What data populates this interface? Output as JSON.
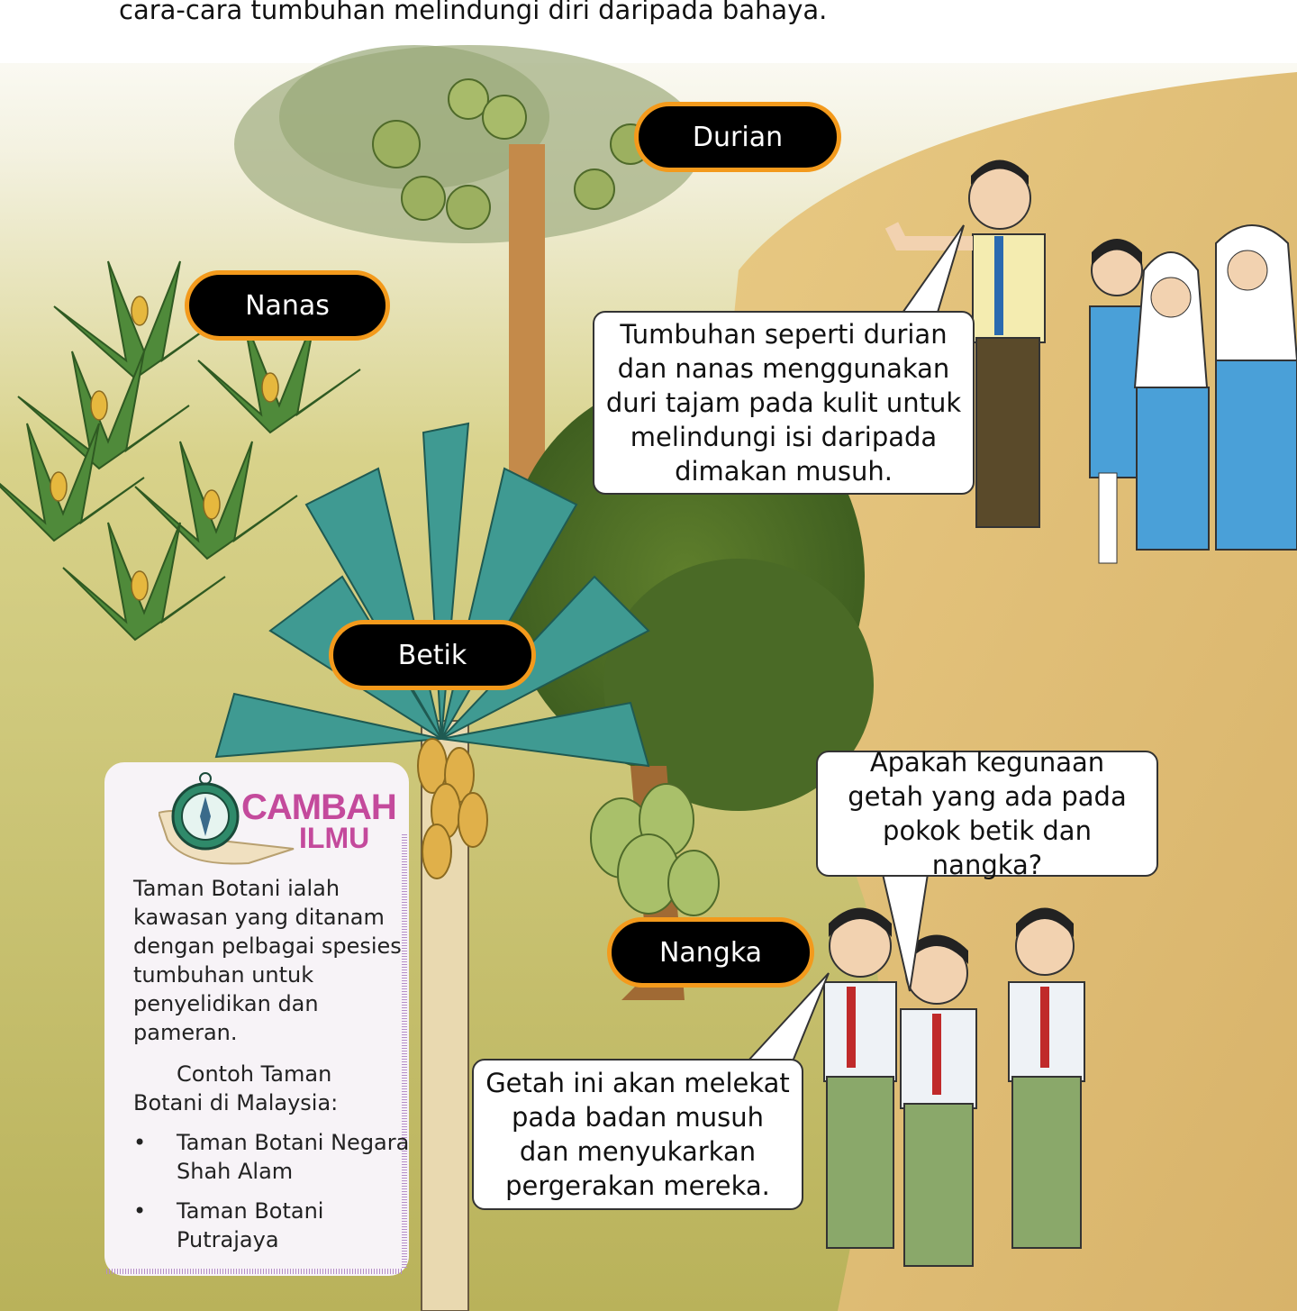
{
  "intro_line": "cara-cara tumbuhan melindungi diri daripada bahaya.",
  "labels": {
    "durian": "Durian",
    "nanas": "Nanas",
    "betik": "Betik",
    "nangka": "Nangka"
  },
  "bubbles": {
    "teacher": "Tumbuhan seperti durian dan nanas menggunakan duri tajam pada kulit untuk melindungi isi daripada dimakan musuh.",
    "question": "Apakah kegunaan getah yang ada pada pokok betik dan nangka?",
    "answer": "Getah ini akan melekat pada badan musuh dan menyukarkan pergerakan mereka."
  },
  "info_box": {
    "logo_top": "CAMBAH",
    "logo_bottom": "ILMU",
    "paragraph": "Taman Botani ialah kawasan yang ditanam dengan pelbagai spesies tumbuhan untuk penyelidikan dan pameran.",
    "examples_heading": "Contoh Taman Botani di Malaysia:",
    "examples": [
      "Taman Botani Negara Shah Alam",
      "Taman Botani Putrajaya"
    ]
  },
  "colors": {
    "pill_border": "#f39a1c",
    "logo": "#c44a9c"
  }
}
